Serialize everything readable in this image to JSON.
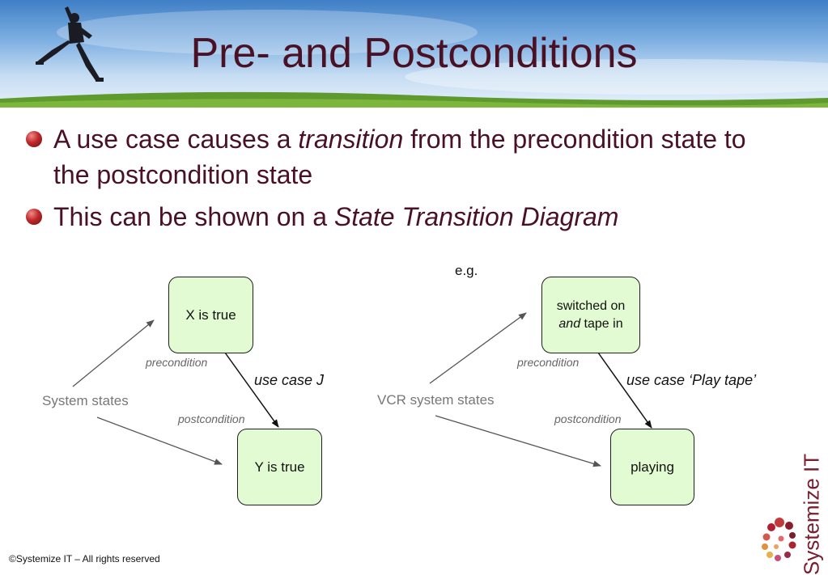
{
  "slide": {
    "title": "Pre- and Postconditions",
    "bullets": [
      {
        "text_before": "A use case causes a ",
        "italic": "transition",
        "text_after": " from the precondition state to the postcondition state"
      },
      {
        "text_before": "This can be shown on a ",
        "italic": "State Transition Diagram",
        "text_after": ""
      }
    ],
    "footer": "©Systemize IT – All rights reserved",
    "logo_text": "Systemize IT"
  },
  "diagram_generic": {
    "system_label": "System states",
    "pre_state": "X is true",
    "post_state": "Y is true",
    "pre_label": "precondition",
    "post_label": "postcondition",
    "use_case": "use case J"
  },
  "diagram_example": {
    "eg_label": "e.g.",
    "system_label": "VCR system states",
    "pre_state_line1": "switched on",
    "pre_state_italic": "and",
    "pre_state_line2_rest": " tape in",
    "post_state": "playing",
    "pre_label": "precondition",
    "post_label": "postcondition",
    "use_case": "use case ‘Play tape’"
  },
  "colors": {
    "title": "#4a1024",
    "state_fill": "#e2fbd2",
    "bullet": "#c0282a",
    "brand": "#7a1d2e"
  }
}
